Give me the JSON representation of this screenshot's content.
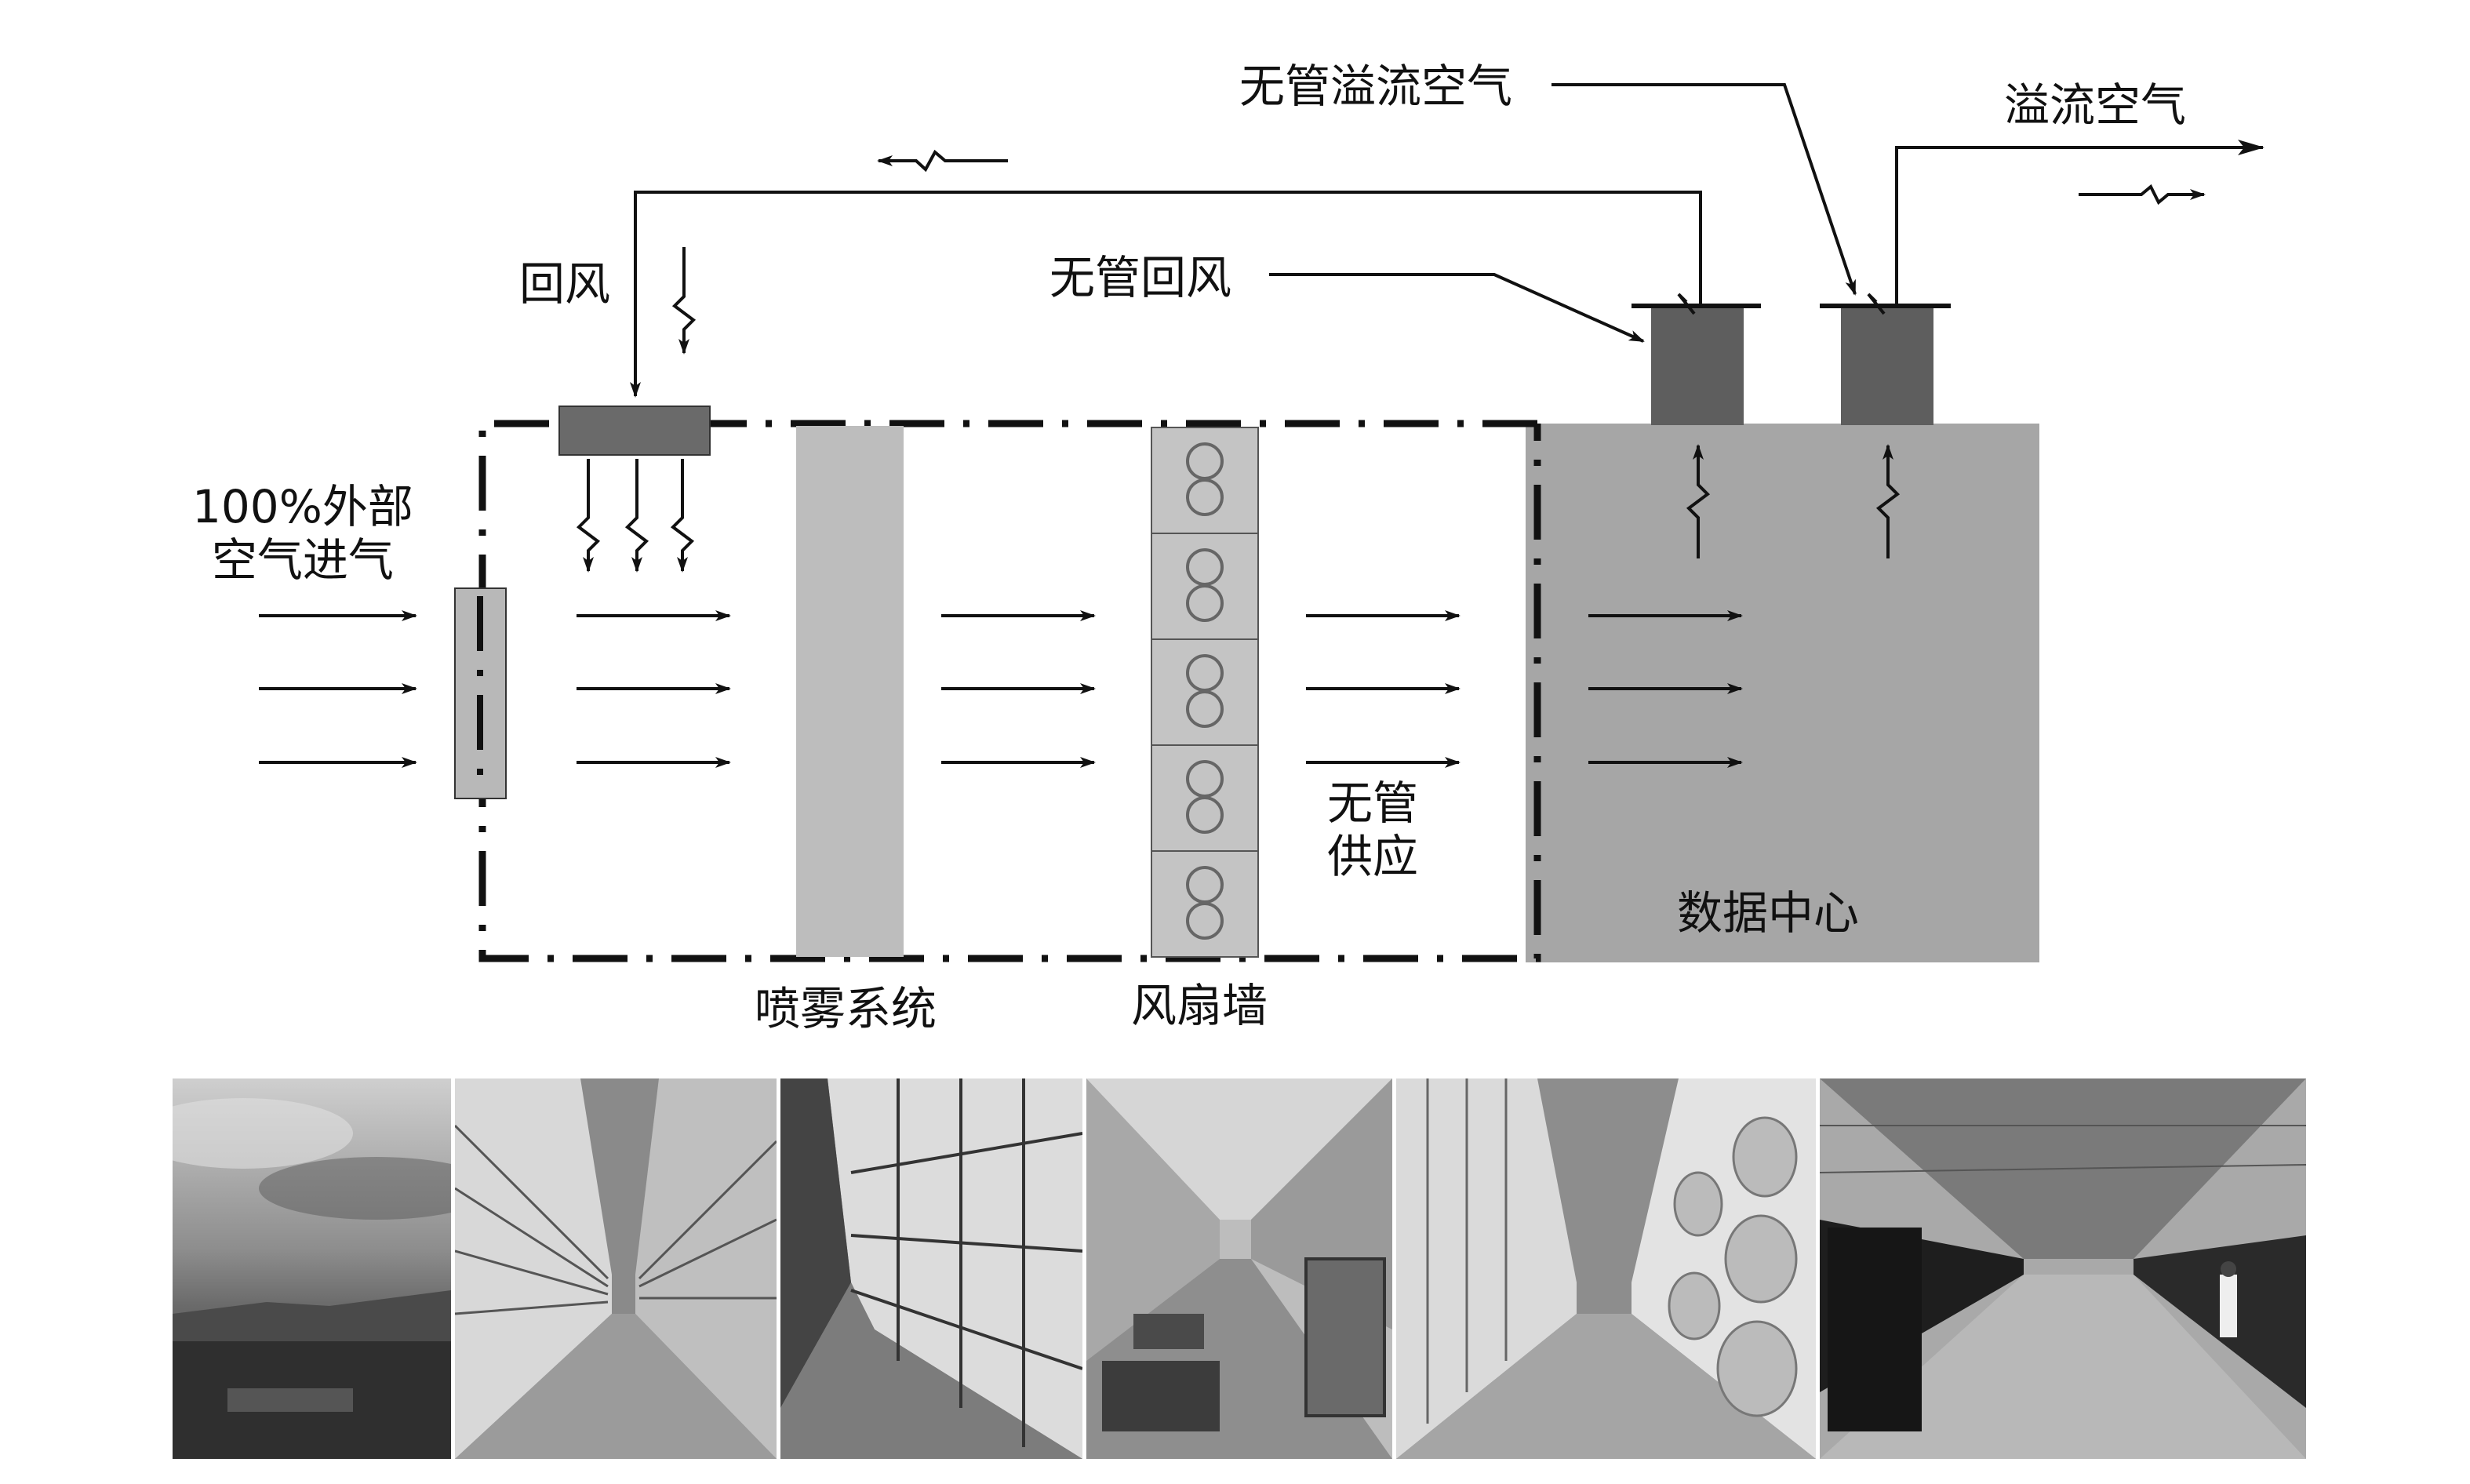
{
  "labels": {
    "outside_air": [
      "100%外部",
      "空气进气"
    ],
    "return_air": "回风",
    "ductless_return": "无管回风",
    "ductless_relief": "无管溢流空气",
    "relief_air": "溢流空气",
    "ductless_supply": [
      "无管",
      "供应"
    ],
    "data_center": "数据中心",
    "misting_system": "喷雾系统",
    "fan_wall": "风扇墙"
  },
  "photos": [
    {
      "name": "outside-sky-photo"
    },
    {
      "name": "intake-louvers-photo"
    },
    {
      "name": "filter-corridor-photo"
    },
    {
      "name": "misting-room-photo"
    },
    {
      "name": "fan-wall-photo"
    },
    {
      "name": "server-hall-photo"
    }
  ],
  "colors": {
    "data_center_fill": "#a6a6a6",
    "damper_fill": "#6a6a6a",
    "relief_shaft_fill": "#5e5e5e",
    "mist_panel_fill": "#bdbdbd",
    "fan_cell_fill": "#c4c4c4",
    "inlet_filter_fill": "#b8b8b8"
  }
}
